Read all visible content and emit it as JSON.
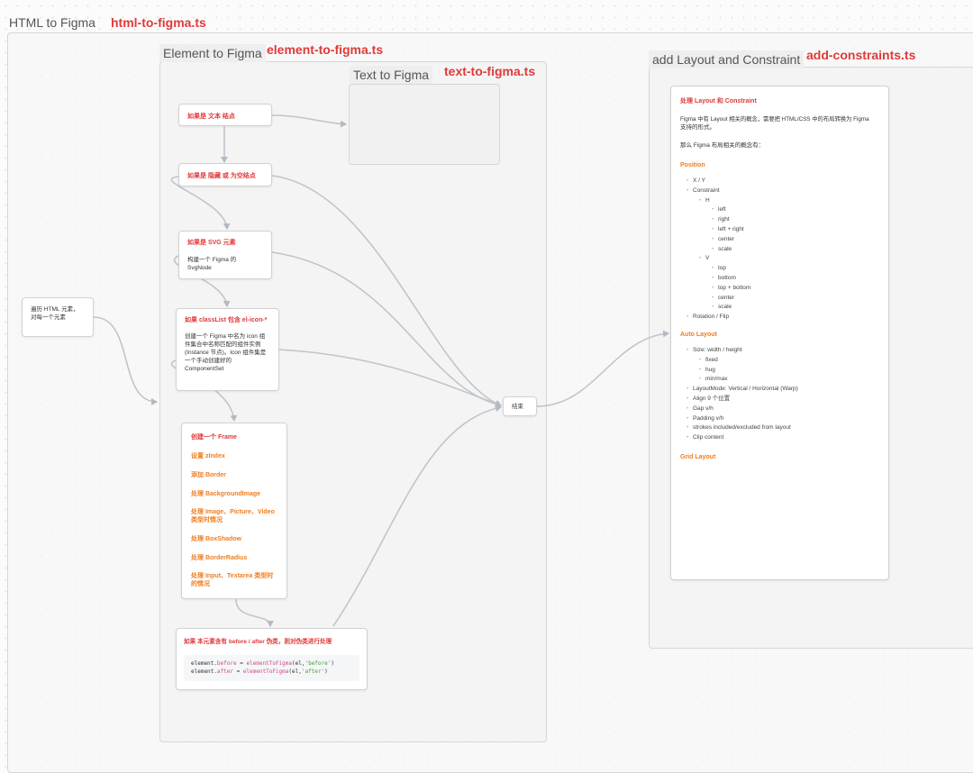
{
  "outer": {
    "title": "HTML to Figma",
    "file": "html-to-figma.ts"
  },
  "element_frame": {
    "title": "Element to Figma",
    "file": "element-to-figma.ts"
  },
  "text_frame": {
    "title": "Text to Figma",
    "file": "text-to-figma.ts"
  },
  "layout_frame": {
    "title": "add Layout and Constraint",
    "file": "add-constraints.ts"
  },
  "nodes": {
    "traverse": {
      "line1": "遍历 HTML 元素，",
      "line2": "对每一个元素"
    },
    "text_node": "如果是 文本 结点",
    "hidden": "如果是 隐藏 或 为空结点",
    "svg": {
      "title": "如果是 SVG 元素",
      "line1": "构建一个 Figma 的",
      "line2": "SvgNode"
    },
    "icon": {
      "title": "如果 classList 包含 el-icon-*",
      "lines": [
        "创建一个 Figma 中名为 icon 组",
        "件集合中名称匹配的组件实例",
        "(Instance 节点)。Icon 组件集是",
        "一个手动创建好的",
        "ComponentSet"
      ]
    },
    "frame": {
      "items": [
        "创建一个 Frame",
        "设置 zIndex",
        "添加 Border",
        "处理 BackgroundImage",
        "处理 Image、Picture、Video 类型时情况",
        "处理 BoxShadow",
        "处理 BorderRadius",
        "处理 Input、Textarea 类型时的情况"
      ]
    },
    "pseudo": {
      "title": "如果 本元素含有 before / after 伪类，则对伪类进行处理",
      "code1": {
        "a": "element.",
        "b": "before",
        "c": " = ",
        "d": "elementToFigma",
        "e": "(el,",
        "f": "'before'",
        "g": ")"
      },
      "code2": {
        "a": "element.",
        "b": "after",
        "c": " = ",
        "d": "elementToFigma",
        "e": "(el,",
        "f": "'after'",
        "g": ")"
      }
    },
    "end": "结束"
  },
  "doc": {
    "title": "处理 Layout 和 Constraint",
    "intro1": "Figma 中有 Layout 相关的概念，需要把 HTML/CSS 中的布局转换为 Figma",
    "intro2": "支持的形式。",
    "intro3": "那么 Figma 布局相关的概念有：",
    "position": {
      "heading": "Position",
      "xy": "X / Y",
      "constraint": "Constraint",
      "h": "H",
      "h_items": [
        "left",
        "right",
        "left + right",
        "center",
        "scale"
      ],
      "v": "V",
      "v_items": [
        "top",
        "bottom",
        "top + bottom",
        "center",
        "scale"
      ],
      "rotation": "Rotation / Flip"
    },
    "auto": {
      "heading": "Auto Layout",
      "size": "Size: width / height",
      "size_items": [
        "fixed",
        "hug",
        "min/max"
      ],
      "others": [
        "LayoutMode: Vertical / Horizontal (Warp)",
        "Align 9 个位置",
        "Gap v/h",
        "Padding v/h",
        "strokes included/excluded from layout",
        "Clip content"
      ]
    },
    "grid": {
      "heading": "Grid Layout"
    }
  }
}
